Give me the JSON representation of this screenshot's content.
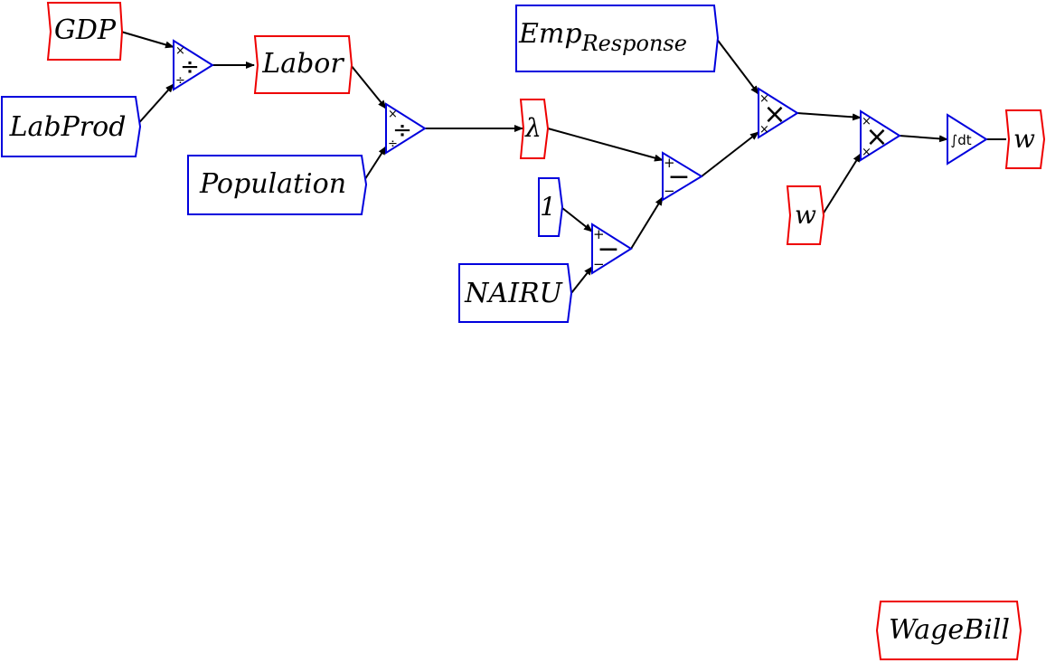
{
  "colors": {
    "variable_border": "#0000dd",
    "flow_border": "#ee0000",
    "operator_border": "#0000dd",
    "wire": "#000000"
  },
  "nodes": {
    "gdp": {
      "label": "GDP"
    },
    "labprod": {
      "label": "LabProd"
    },
    "labor": {
      "label": "Labor"
    },
    "population": {
      "label": "Population"
    },
    "lambda": {
      "label": "λ"
    },
    "emp_response": {
      "label": "Emp",
      "subscript": "Response"
    },
    "one": {
      "label": "1"
    },
    "nairu": {
      "label": "NAIRU"
    },
    "w_input": {
      "label": "w"
    },
    "w_output": {
      "label": "w"
    },
    "wagebill": {
      "label": "WageBill"
    }
  },
  "operators": {
    "divide_1": {
      "type": "divide",
      "port_top": "×",
      "port_bottom": "÷",
      "symbol": "÷"
    },
    "divide_2": {
      "type": "divide",
      "port_top": "×",
      "port_bottom": "÷",
      "symbol": "÷"
    },
    "subtract_1": {
      "type": "subtract",
      "port_top": "+",
      "port_bottom": "−",
      "symbol": "−"
    },
    "subtract_2": {
      "type": "subtract",
      "port_top": "+",
      "port_bottom": "−",
      "symbol": "−"
    },
    "multiply_1": {
      "type": "multiply",
      "port_top": "×",
      "port_bottom": "×",
      "symbol": "×"
    },
    "multiply_2": {
      "type": "multiply",
      "port_top": "×",
      "port_bottom": "×",
      "symbol": "×"
    },
    "integrate": {
      "type": "integral",
      "symbol": "∫dt"
    }
  }
}
